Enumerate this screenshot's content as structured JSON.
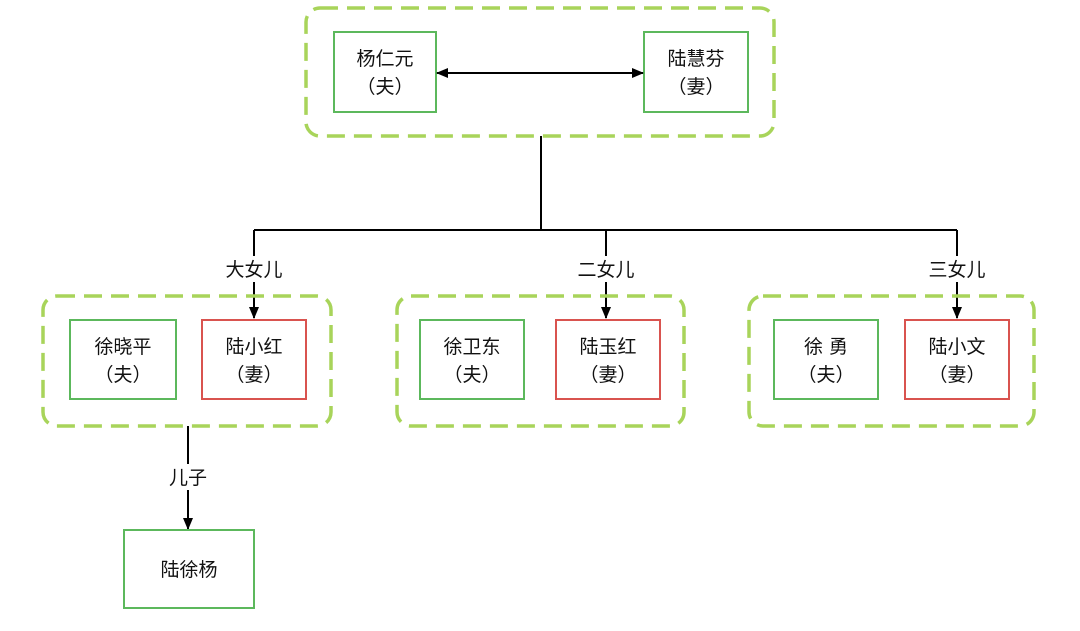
{
  "colors": {
    "husband_border": "#5cb85c",
    "wife_border": "#d9534f",
    "group_border": "#a8d45a",
    "line": "#000000",
    "text": "#111111"
  },
  "parents": {
    "husband": {
      "name": "杨仁元",
      "role": "（夫）"
    },
    "wife": {
      "name": "陆慧芬",
      "role": "（妻）"
    }
  },
  "families": [
    {
      "label": "大女儿",
      "husband": {
        "name": "徐晓平",
        "role": "（夫）"
      },
      "wife": {
        "name": "陆小红",
        "role": "（妻）"
      }
    },
    {
      "label": "二女儿",
      "husband": {
        "name": "徐卫东",
        "role": "（夫）"
      },
      "wife": {
        "name": "陆玉红",
        "role": "（妻）"
      }
    },
    {
      "label": "三女儿",
      "husband": {
        "name": "徐 勇",
        "role": "（夫）"
      },
      "wife": {
        "name": "陆小文",
        "role": "（妻）"
      }
    }
  ],
  "grandchild": {
    "label": "儿子",
    "name": "陆徐杨"
  }
}
